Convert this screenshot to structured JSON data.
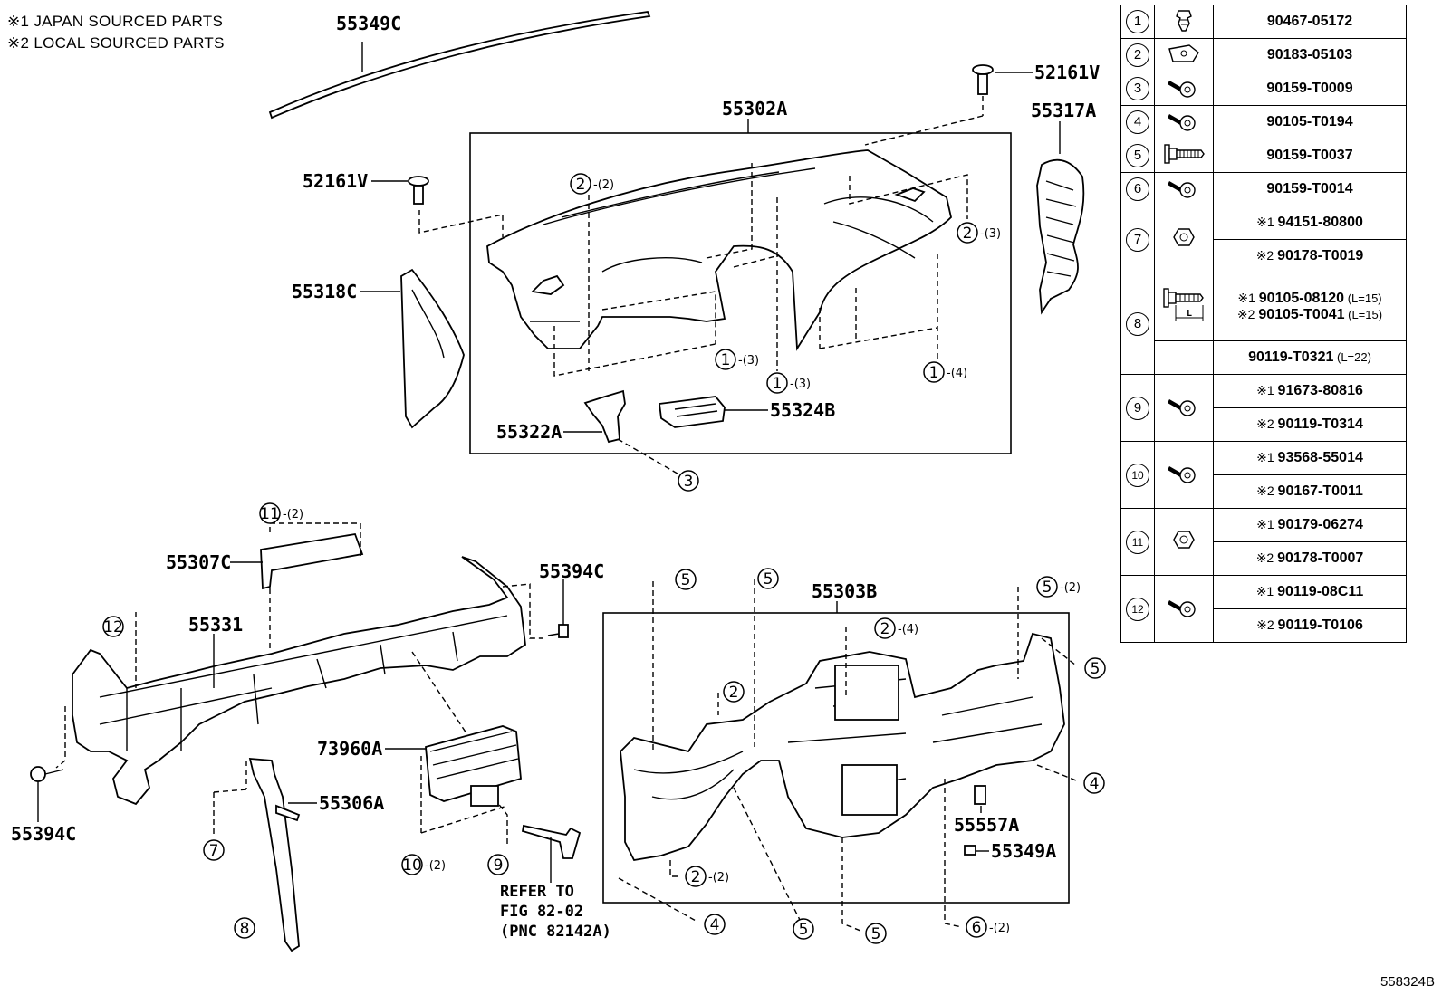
{
  "notes": [
    "※1 JAPAN SOURCED PARTS",
    "※2 LOCAL SOURCED PARTS"
  ],
  "figure_id": "558324B",
  "part_labels": {
    "p55349C": "55349C",
    "p52161V_top": "52161V",
    "p55302A": "55302A",
    "p55317A": "55317A",
    "p52161V_left": "52161V",
    "p55318C": "55318C",
    "p55322A": "55322A",
    "p55324B": "55324B",
    "p55307C": "55307C",
    "p55394C_right": "55394C",
    "p55331": "55331",
    "p55394C_left": "55394C",
    "p73960A": "73960A",
    "p55306A": "55306A",
    "p55303B": "55303B",
    "p55557A": "55557A",
    "p55349A": "55349A"
  },
  "refer_note": [
    "REFER TO",
    "FIG 82-02",
    "(PNC 82142A)"
  ],
  "callouts": {
    "c2_top": {
      "num": "2",
      "qty": "(2)"
    },
    "c2_right": {
      "num": "2",
      "qty": "(3)"
    },
    "c1_a": {
      "num": "1",
      "qty": "(3)"
    },
    "c1_b": {
      "num": "1",
      "qty": "(3)"
    },
    "c1_c": {
      "num": "1",
      "qty": "(4)"
    },
    "c3": {
      "num": "3",
      "qty": ""
    },
    "c11": {
      "num": "11",
      "qty": "(2)"
    },
    "c12": {
      "num": "12",
      "qty": ""
    },
    "c7": {
      "num": "7",
      "qty": ""
    },
    "c8": {
      "num": "8",
      "qty": ""
    },
    "c10": {
      "num": "10",
      "qty": "(2)"
    },
    "c9": {
      "num": "9",
      "qty": ""
    },
    "c5_a": {
      "num": "5",
      "qty": ""
    },
    "c5_b": {
      "num": "5",
      "qty": ""
    },
    "c5_c": {
      "num": "5",
      "qty": "(2)"
    },
    "c5_d": {
      "num": "5",
      "qty": ""
    },
    "c2_d": {
      "num": "2",
      "qty": "(4)"
    },
    "c2_e": {
      "num": "2",
      "qty": ""
    },
    "c4_a": {
      "num": "4",
      "qty": ""
    },
    "c2_f": {
      "num": "2",
      "qty": "(2)"
    },
    "c4_b": {
      "num": "4",
      "qty": ""
    },
    "c5_e": {
      "num": "5",
      "qty": ""
    },
    "c5_f": {
      "num": "5",
      "qty": ""
    },
    "c6": {
      "num": "6",
      "qty": "(2)"
    }
  },
  "legend": [
    {
      "num": "1",
      "icon": "clip-icon",
      "parts": [
        {
          "prefix": "",
          "pn": "90467-05172",
          "len": ""
        }
      ]
    },
    {
      "num": "2",
      "icon": "nut-clip-icon",
      "parts": [
        {
          "prefix": "",
          "pn": "90183-05103",
          "len": ""
        }
      ]
    },
    {
      "num": "3",
      "icon": "screw-icon",
      "parts": [
        {
          "prefix": "",
          "pn": "90159-T0009",
          "len": ""
        }
      ]
    },
    {
      "num": "4",
      "icon": "screw-icon",
      "parts": [
        {
          "prefix": "",
          "pn": "90105-T0194",
          "len": ""
        }
      ]
    },
    {
      "num": "5",
      "icon": "flange-screw-icon",
      "parts": [
        {
          "prefix": "",
          "pn": "90159-T0037",
          "len": ""
        }
      ]
    },
    {
      "num": "6",
      "icon": "screw-icon",
      "parts": [
        {
          "prefix": "",
          "pn": "90159-T0014",
          "len": ""
        }
      ]
    },
    {
      "num": "7",
      "icon": "nut-icon",
      "parts": [
        {
          "prefix": "※1",
          "pn": "94151-80800",
          "len": ""
        },
        {
          "prefix": "※2",
          "pn": "90178-T0019",
          "len": ""
        }
      ]
    },
    {
      "num": "8",
      "icon": "bolt-icon",
      "parts": [
        {
          "prefix": "※1",
          "pn": "90105-08120",
          "len": "(L=15)",
          "prefix2": "※2",
          "pn2": "90105-T0041",
          "len2": "(L=15)"
        },
        {
          "prefix": "",
          "pn": "90119-T0321",
          "len": "(L=22)"
        }
      ]
    },
    {
      "num": "9",
      "icon": "screw-icon",
      "parts": [
        {
          "prefix": "※1",
          "pn": "91673-80816",
          "len": ""
        },
        {
          "prefix": "※2",
          "pn": "90119-T0314",
          "len": ""
        }
      ]
    },
    {
      "num": "10",
      "icon": "screw-icon",
      "parts": [
        {
          "prefix": "※1",
          "pn": "93568-55014",
          "len": ""
        },
        {
          "prefix": "※2",
          "pn": "90167-T0011",
          "len": ""
        }
      ]
    },
    {
      "num": "11",
      "icon": "nut-icon",
      "parts": [
        {
          "prefix": "※1",
          "pn": "90179-06274",
          "len": ""
        },
        {
          "prefix": "※2",
          "pn": "90178-T0007",
          "len": ""
        }
      ]
    },
    {
      "num": "12",
      "icon": "screw-icon",
      "parts": [
        {
          "prefix": "※1",
          "pn": "90119-08C11",
          "len": ""
        },
        {
          "prefix": "※2",
          "pn": "90119-T0106",
          "len": ""
        }
      ]
    }
  ],
  "legend_bolt_length_label": "L"
}
